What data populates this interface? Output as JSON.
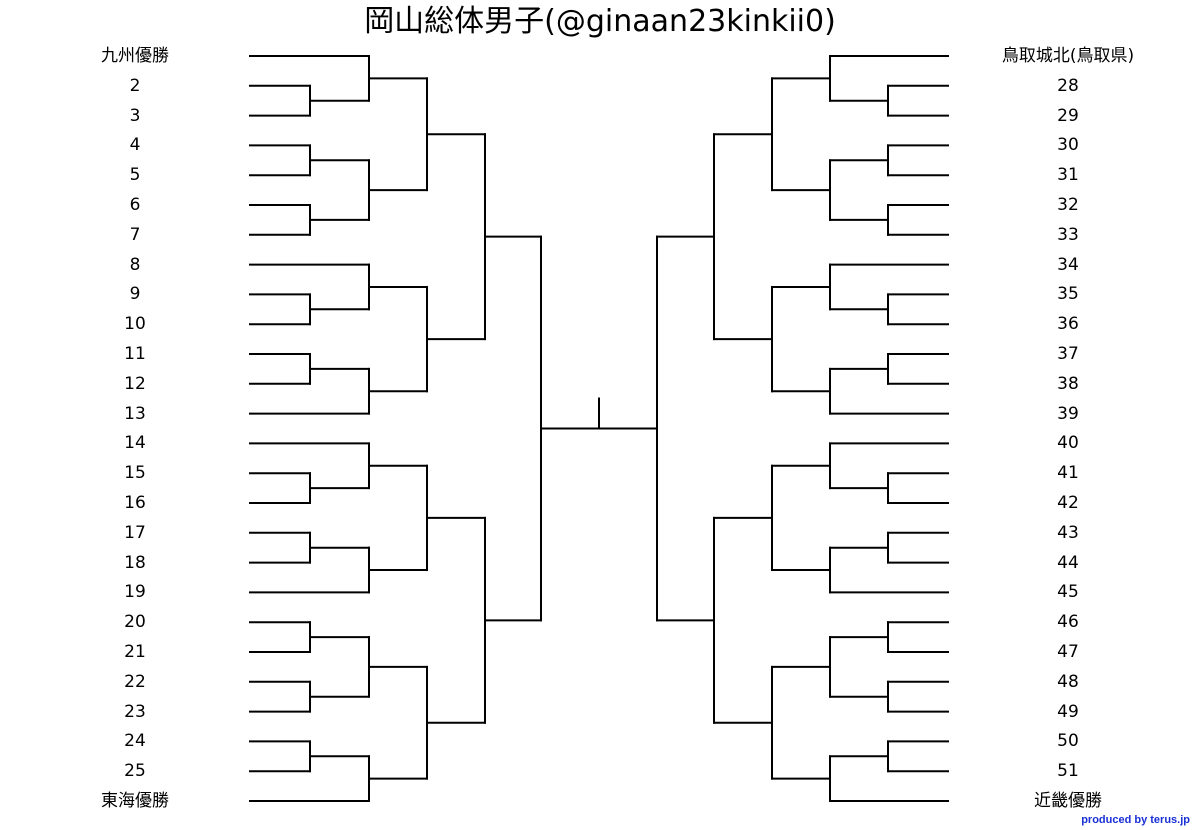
{
  "title": "岡山総体男子(@ginaan23kinkii0)",
  "credit": "produced by terus.jp",
  "colors": {
    "line": "#000000",
    "credit": "#1a2fd6"
  },
  "left_teams": [
    "九州優勝",
    "2",
    "3",
    "4",
    "5",
    "6",
    "7",
    "8",
    "9",
    "10",
    "11",
    "12",
    "13",
    "14",
    "15",
    "16",
    "17",
    "18",
    "19",
    "20",
    "21",
    "22",
    "23",
    "24",
    "25",
    "東海優勝"
  ],
  "right_teams": [
    "鳥取城北(鳥取県)",
    "28",
    "29",
    "30",
    "31",
    "32",
    "33",
    "34",
    "35",
    "36",
    "37",
    "38",
    "39",
    "40",
    "41",
    "42",
    "43",
    "44",
    "45",
    "46",
    "47",
    "48",
    "49",
    "50",
    "51",
    "近畿優勝"
  ]
}
